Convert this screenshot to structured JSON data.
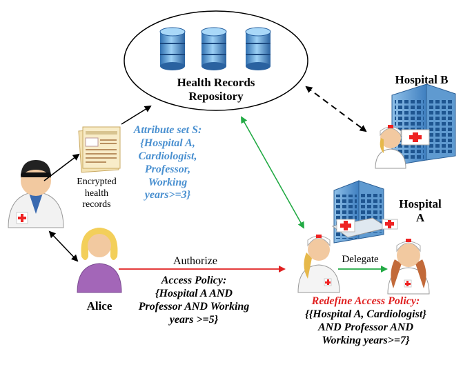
{
  "repository": {
    "line1": "Health Records",
    "line2": "Repository"
  },
  "hospital_b": {
    "label": "Hospital B"
  },
  "hospital_a": {
    "line1": "Hospital",
    "line2": "A"
  },
  "records": {
    "line1": "Encrypted",
    "line2": "health",
    "line3": "records"
  },
  "attribute_set": {
    "lines": [
      "Attribute set S:",
      "{Hospital A,",
      "Cardiologist,",
      "Professor,",
      "Working",
      "years>=3}"
    ]
  },
  "alice": {
    "label": "Alice"
  },
  "authorize": {
    "label": "Authorize"
  },
  "delegate": {
    "label": "Delegate"
  },
  "access_policy": {
    "lines": [
      "Access Policy:",
      "{Hospital A AND",
      "Professor AND Working",
      "years >=5}"
    ]
  },
  "redefine_policy": {
    "title": "Redefine Access Policy:",
    "lines": [
      "{{Hospital A, Cardiologist}",
      "AND Professor AND",
      "Working years>=7}"
    ]
  },
  "colors": {
    "attribute_text": "#4a90d0",
    "redefine_title": "#e02020",
    "authorize_arrow": "#e02020",
    "green_arrow": "#22aa44",
    "black_arrow": "#000000"
  }
}
